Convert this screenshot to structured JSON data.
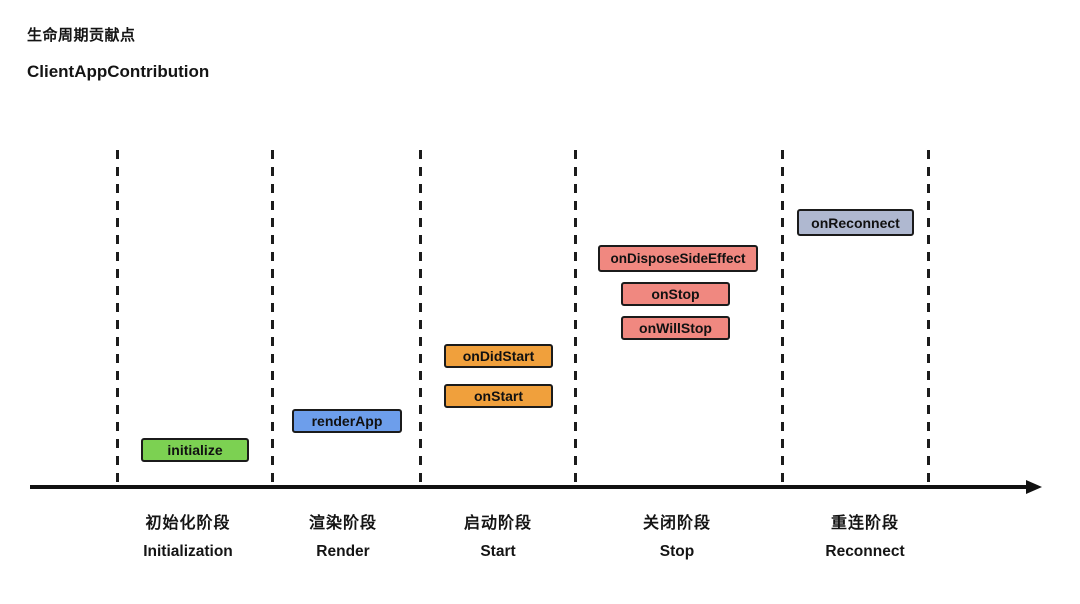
{
  "header": {
    "title": "生命周期贡献点",
    "subtitle": "ClientAppContribution"
  },
  "colors": {
    "green": "#7CD152",
    "blue": "#6D9EEB",
    "orange": "#F0A03C",
    "salmon": "#F08880",
    "grayblue": "#AFB8D0"
  },
  "diagram": {
    "boxes": [
      {
        "label": "initialize",
        "color": "green"
      },
      {
        "label": "renderApp",
        "color": "blue"
      },
      {
        "label": "onDidStart",
        "color": "orange"
      },
      {
        "label": "onStart",
        "color": "orange"
      },
      {
        "label": "onDisposeSideEffect",
        "color": "salmon"
      },
      {
        "label": "onStop",
        "color": "salmon"
      },
      {
        "label": "onWillStop",
        "color": "salmon"
      },
      {
        "label": "onReconnect",
        "color": "grayblue"
      }
    ],
    "phases": [
      {
        "zh": "初始化阶段",
        "en": "Initialization"
      },
      {
        "zh": "渲染阶段",
        "en": "Render"
      },
      {
        "zh": "启动阶段",
        "en": "Start"
      },
      {
        "zh": "关闭阶段",
        "en": "Stop"
      },
      {
        "zh": "重连阶段",
        "en": "Reconnect"
      }
    ]
  }
}
